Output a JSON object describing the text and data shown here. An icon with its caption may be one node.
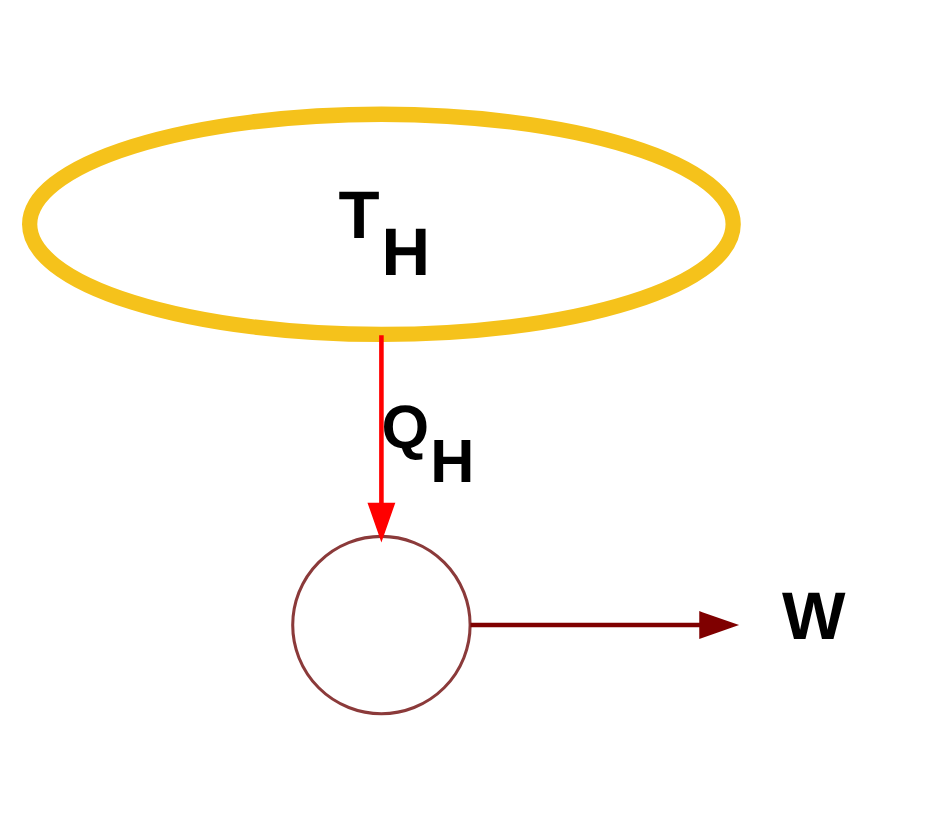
{
  "diagram": {
    "nodes": [
      {
        "text": [
          "T$_{H}$"
        ]
      },
      {
        "text": [],
        "shape": "circle"
      },
      {
        "text": [
          "W"
        ]
      }
    ],
    "edges": [
      {
        "from": 0,
        "to": 1,
        "arrow": "to",
        "label": "Q$_{H}$",
        "color": "#ff0000"
      },
      {
        "from": 1,
        "to": 2,
        "arrow": "to",
        "color": "#7f0000"
      }
    ]
  }
}
